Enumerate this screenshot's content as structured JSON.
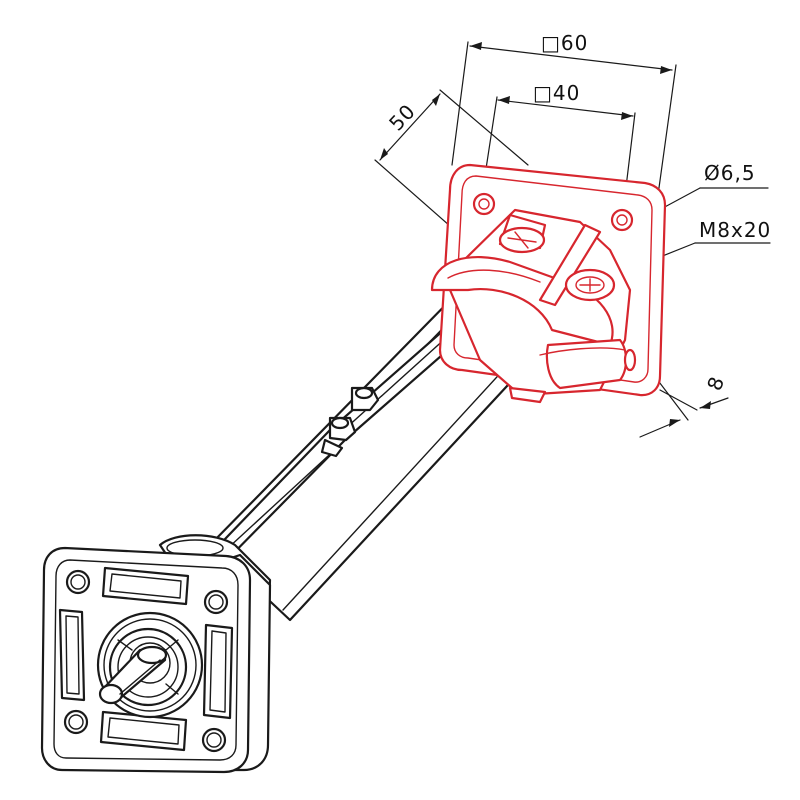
{
  "dimensions": {
    "square_outer": "□60",
    "square_inner": "□40",
    "diagonal_length": "50",
    "hole_diameter": "Ø6,5",
    "screw_size": "M8x20",
    "flange_thickness": "8"
  },
  "colors": {
    "line": "#1a1a1a",
    "highlight": "#d7262e",
    "background": "#ffffff"
  }
}
